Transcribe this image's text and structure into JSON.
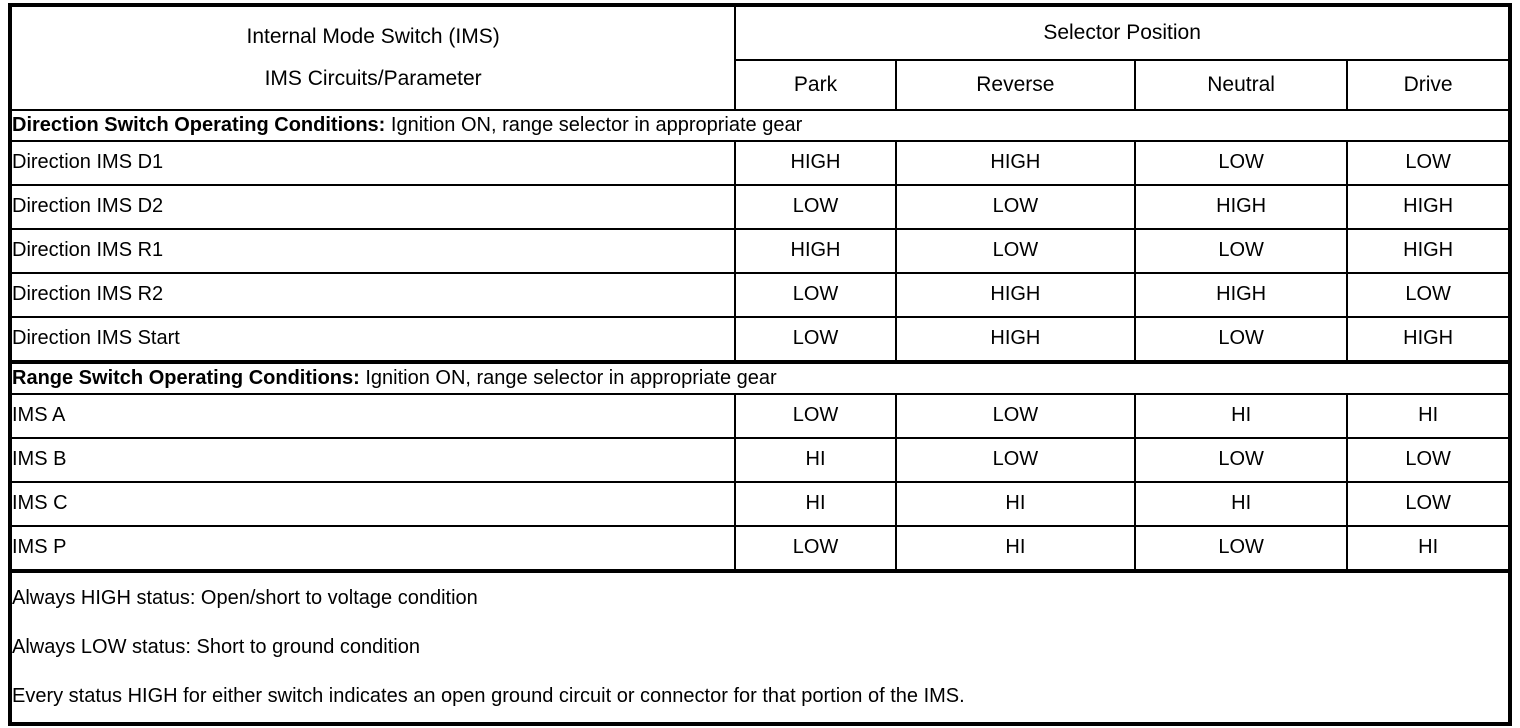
{
  "table": {
    "header": {
      "param_title_line1": "Internal Mode Switch (IMS)",
      "param_title_line2": "IMS Circuits/Parameter",
      "selector_group_label": "Selector Position",
      "positions": [
        "Park",
        "Reverse",
        "Neutral",
        "Drive"
      ]
    },
    "sections": [
      {
        "title_strong": "Direction Switch Operating Conditions:",
        "title_rest": " Ignition ON, range selector in appropriate gear",
        "rows": [
          {
            "label": "Direction IMS D1",
            "values": [
              "HIGH",
              "HIGH",
              "LOW",
              "LOW"
            ]
          },
          {
            "label": "Direction IMS D2",
            "values": [
              "LOW",
              "LOW",
              "HIGH",
              "HIGH"
            ]
          },
          {
            "label": "Direction IMS R1",
            "values": [
              "HIGH",
              "LOW",
              "LOW",
              "HIGH"
            ]
          },
          {
            "label": "Direction IMS R2",
            "values": [
              "LOW",
              "HIGH",
              "HIGH",
              "LOW"
            ]
          },
          {
            "label": "Direction IMS Start",
            "values": [
              "LOW",
              "HIGH",
              "LOW",
              "HIGH"
            ]
          }
        ]
      },
      {
        "title_strong": "Range Switch Operating Conditions:",
        "title_rest": " Ignition ON, range selector in appropriate gear",
        "rows": [
          {
            "label": "IMS A",
            "values": [
              "LOW",
              "LOW",
              "HI",
              "HI"
            ]
          },
          {
            "label": "IMS B",
            "values": [
              "HI",
              "LOW",
              "LOW",
              "LOW"
            ]
          },
          {
            "label": "IMS C",
            "values": [
              "HI",
              "HI",
              "HI",
              "LOW"
            ]
          },
          {
            "label": "IMS P",
            "values": [
              "LOW",
              "HI",
              "LOW",
              "HI"
            ]
          }
        ]
      }
    ],
    "notes": [
      "Always HIGH status: Open/short to voltage condition",
      "Always LOW status: Short to ground condition",
      "Every status HIGH for either switch indicates an open ground circuit or connector for that portion of the IMS."
    ]
  },
  "colors": {
    "border": "#000000",
    "background": "#ffffff",
    "text": "#000000"
  }
}
